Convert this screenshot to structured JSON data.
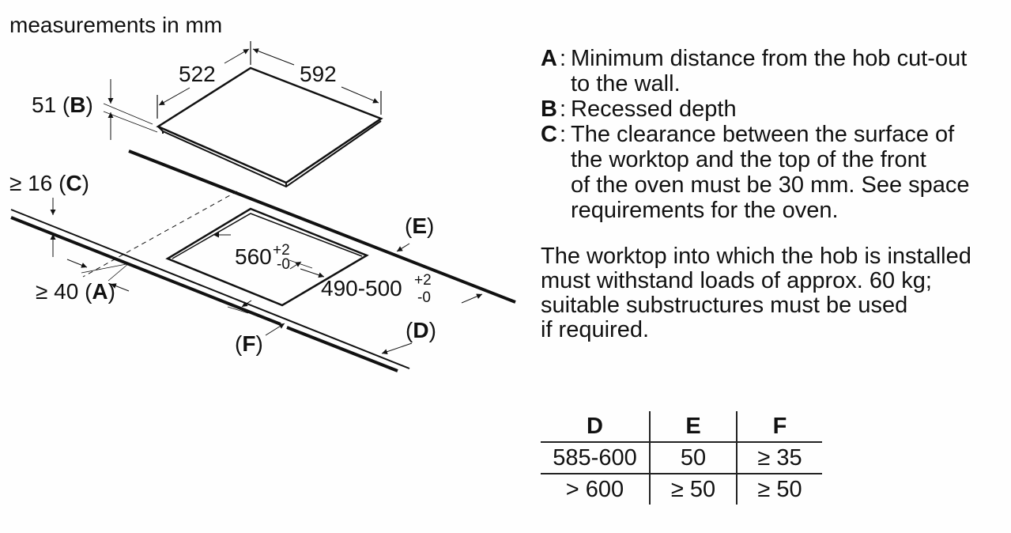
{
  "header": {
    "units_label": "measurements in mm"
  },
  "diagram": {
    "hob": {
      "depth": "522",
      "width": "592",
      "recess_label": "51 (",
      "recess_key": "B",
      "recess_close": ")"
    },
    "cutout": {
      "width_value": "560",
      "width_tol_plus": "+2",
      "width_tol_minus": "-0",
      "depth_value": "490-500",
      "depth_tol_plus": "+2",
      "depth_tol_minus": "-0"
    },
    "clearance_c": {
      "prefix": "≥ 16 (",
      "key": "C",
      "suffix": ")"
    },
    "distance_a": {
      "prefix": "≥ 40 (",
      "key": "A",
      "suffix": ")"
    },
    "labels": {
      "open": "(",
      "close": ")",
      "d": "D",
      "e": "E",
      "f": "F"
    }
  },
  "legend": [
    {
      "key": "A",
      "text": "Minimum distance from the hob cut-out\nto the wall."
    },
    {
      "key": "B",
      "text": "Recessed depth"
    },
    {
      "key": "C",
      "text": "The clearance between the surface of\nthe worktop and the top of the front\nof the oven must be 30 mm. See space\nrequirements for the oven."
    }
  ],
  "note": "The worktop into which the hob is installed\nmust withstand loads of approx. 60 kg;\nsuitable substructures must be used\nif required.",
  "table": {
    "headers": [
      "D",
      "E",
      "F"
    ],
    "rows": [
      [
        "585-600",
        "50",
        "≥ 35"
      ],
      [
        "> 600",
        "≥ 50",
        "≥ 50"
      ]
    ]
  }
}
